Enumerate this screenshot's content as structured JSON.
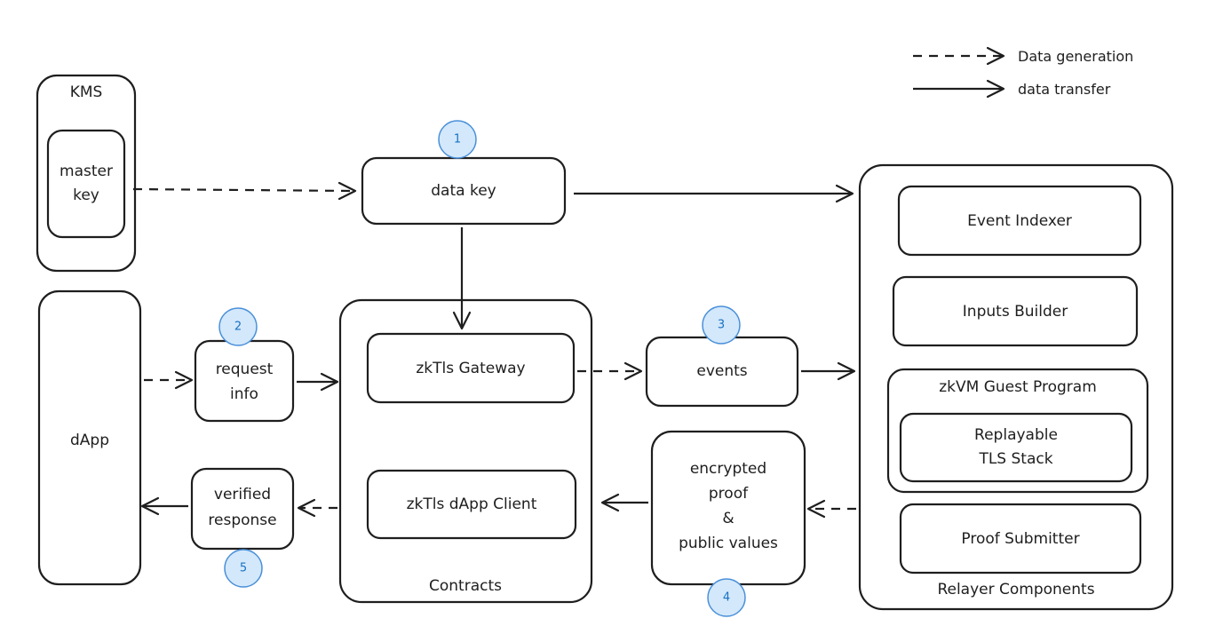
{
  "legend": {
    "dashed_label": "Data generation",
    "solid_label": "data transfer"
  },
  "kms": {
    "title": "KMS",
    "master_key": [
      "master",
      "key"
    ]
  },
  "dapp": {
    "label": "dApp"
  },
  "data_key": {
    "label": "data key"
  },
  "request_info": {
    "label": [
      "request",
      "info"
    ]
  },
  "verified_response": {
    "label": [
      "verified",
      "response"
    ]
  },
  "contracts": {
    "title": "Contracts",
    "gateway": "zkTls Gateway",
    "client": "zkTls dApp Client"
  },
  "events": {
    "label": "events"
  },
  "encrypted": {
    "label": [
      "encrypted",
      "proof",
      "&",
      "public values"
    ]
  },
  "relayer": {
    "title": "Relayer Components",
    "event_indexer": "Event Indexer",
    "inputs_builder": "Inputs Builder",
    "zkvm": {
      "title": "zkVM Guest Program",
      "tls_stack": [
        "Replayable",
        "TLS Stack"
      ]
    },
    "proof_submitter": "Proof Submitter"
  },
  "steps": [
    "1",
    "2",
    "3",
    "4",
    "5"
  ]
}
